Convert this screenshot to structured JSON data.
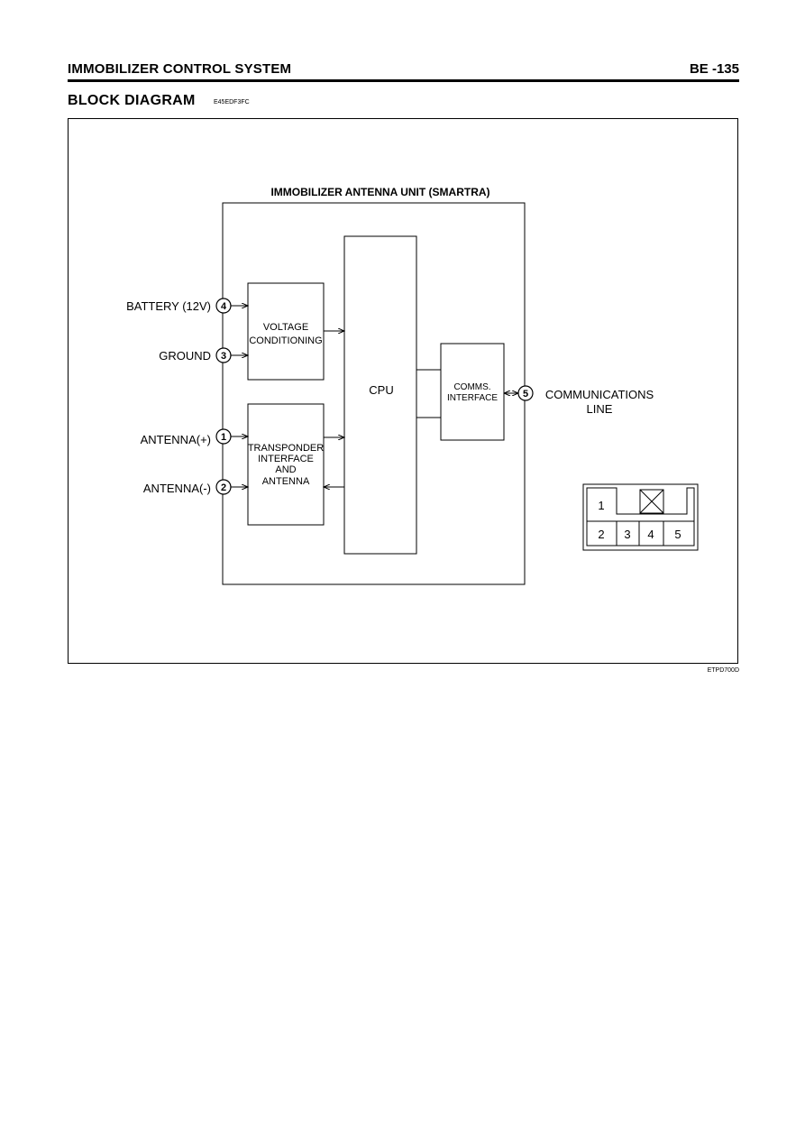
{
  "header": {
    "section_title": "IMMOBILIZER CONTROL SYSTEM",
    "page_number": "BE -135"
  },
  "block": {
    "title": "BLOCK DIAGRAM",
    "code": "E45EDF3FC"
  },
  "diagram": {
    "unit_title": "IMMOBILIZER ANTENNA UNIT (SMARTRA)",
    "pins": {
      "battery": {
        "label": "BATTERY (12V)",
        "number": "4"
      },
      "ground": {
        "label": "GROUND",
        "number": "3"
      },
      "antenna_plus": {
        "label": "ANTENNA(+)",
        "number": "1"
      },
      "antenna_minus": {
        "label": "ANTENNA(-)",
        "number": "2"
      },
      "comm": {
        "label_line1": "COMMUNICATIONS",
        "label_line2": "LINE",
        "number": "5"
      }
    },
    "blocks": {
      "voltage_line1": "VOLTAGE",
      "voltage_line2": "CONDITIONING",
      "transponder_line1": "TRANSPONDER",
      "transponder_line2": "INTERFACE",
      "transponder_line3": "AND",
      "transponder_line4": "ANTENNA",
      "cpu": "CPU",
      "comms_line1": "COMMS.",
      "comms_line2": "INTERFACE"
    },
    "connector": {
      "top_row": [
        "1"
      ],
      "bottom_row": [
        "2",
        "3",
        "4",
        "5"
      ]
    }
  },
  "figure_code": "ETPD700D"
}
